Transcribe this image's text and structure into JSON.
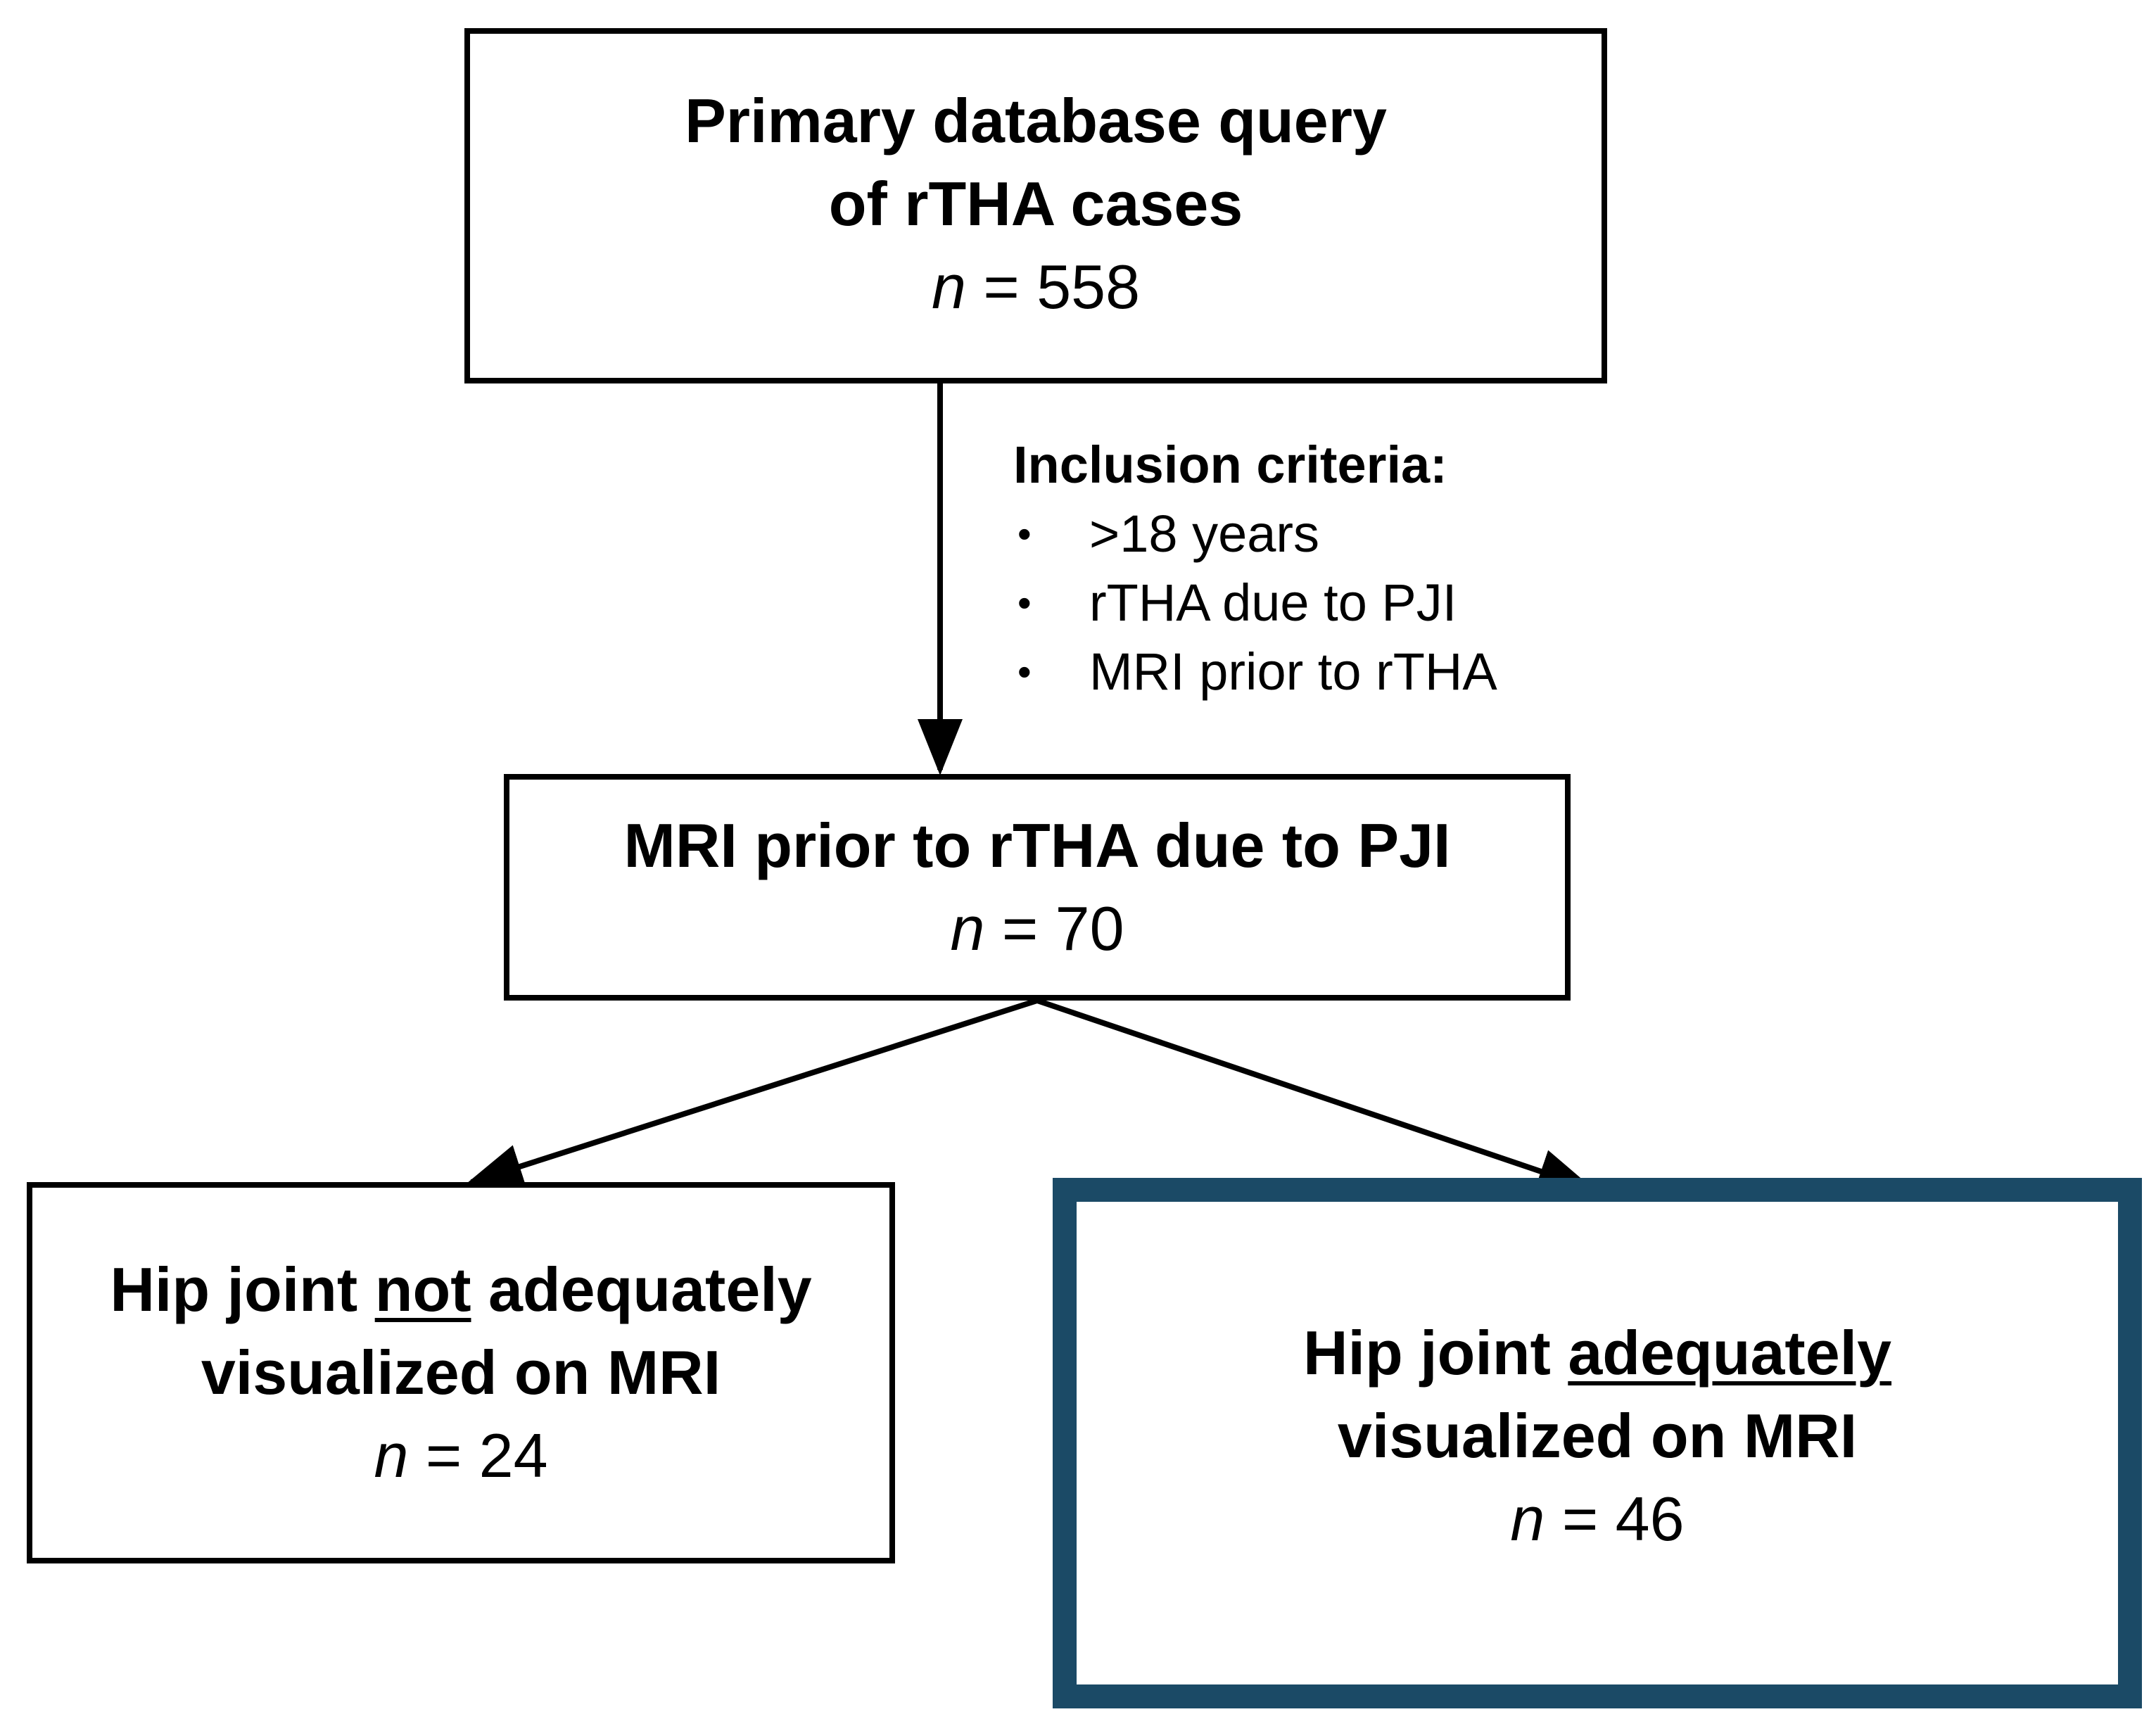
{
  "boxes": {
    "query": {
      "line1": "Primary database query",
      "line2": "of rTHA cases",
      "n_label": "n",
      "n_value": " = 558"
    },
    "mri": {
      "line1": "MRI prior to rTHA due to PJI",
      "n_label": "n",
      "n_value": " = 70"
    },
    "not_visualized": {
      "line1_pre": "Hip joint ",
      "line1_emph": "not",
      "line1_post": " adequately",
      "line2": "visualized on MRI",
      "n_label": "n",
      "n_value": " = 24"
    },
    "visualized": {
      "line1_pre": "Hip joint ",
      "line1_emph": "adequately",
      "line2": "visualized on MRI",
      "n_label": "n",
      "n_value": " = 46"
    }
  },
  "criteria": {
    "heading": "Inclusion criteria:",
    "bullet": "•",
    "items": [
      ">18 years",
      "rTHA due to PJI",
      "MRI prior to rTHA"
    ]
  },
  "colors": {
    "highlight_border": "#1b4a66",
    "line": "#000000"
  }
}
